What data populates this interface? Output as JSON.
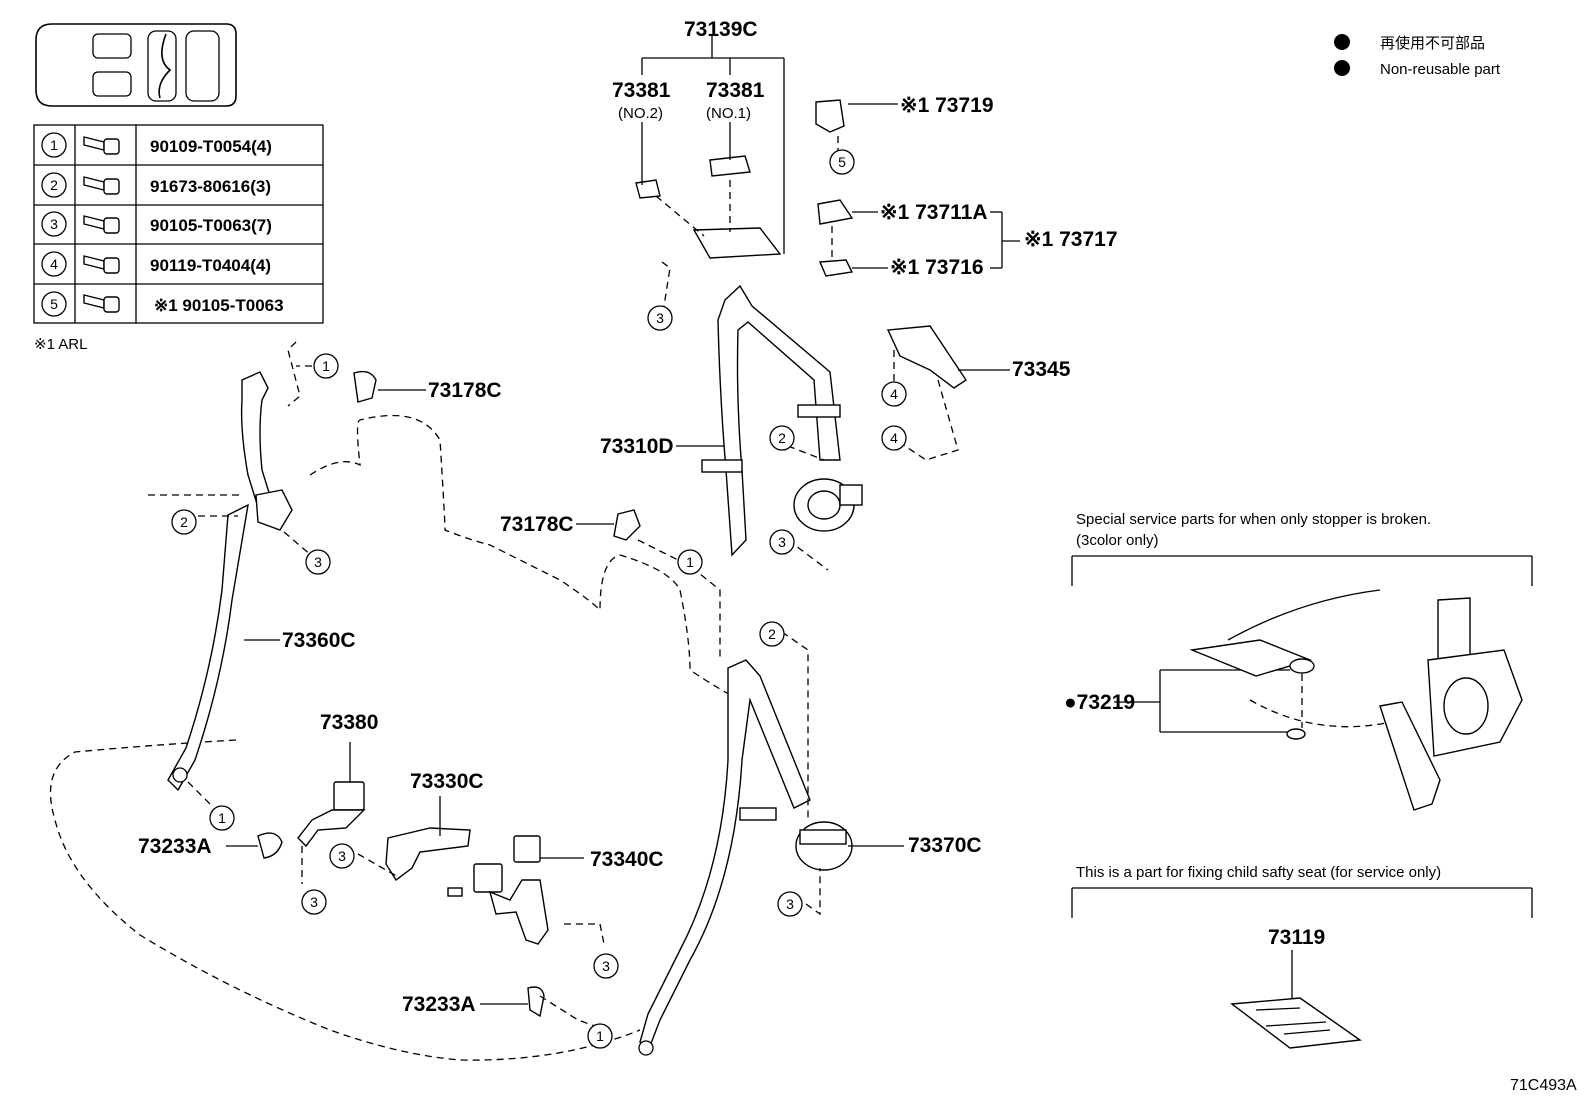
{
  "legend": {
    "jp_label": "再使用不可部品",
    "en_label": "Non-reusable part"
  },
  "bolt_table": [
    {
      "num": "1",
      "part": "90109-T0054(4)"
    },
    {
      "num": "2",
      "part": "91673-80616(3)"
    },
    {
      "num": "3",
      "part": "90105-T0063(7)"
    },
    {
      "num": "4",
      "part": "90119-T0404(4)"
    },
    {
      "num": "5",
      "part": "※1  90105-T0063"
    }
  ],
  "footnote": "※1 ARL",
  "parts": {
    "p73139C": "73139C",
    "p73381a": "73381",
    "p73381a_sub": "(NO.2)",
    "p73381b": "73381",
    "p73381b_sub": "(NO.1)",
    "p73719": "※1  73719",
    "p73711A": "※1  73711A",
    "p73716": "※1  73716",
    "p73717": "※1  73717",
    "p73345": "73345",
    "p73178C_top": "73178C",
    "p73310D": "73310D",
    "p73178C_mid": "73178C",
    "p73360C": "73360C",
    "p73380": "73380",
    "p73330C": "73330C",
    "p73340C": "73340C",
    "p73233A_left": "73233A",
    "p73233A_bottom": "73233A",
    "p73370C": "73370C",
    "p73219": "●73219",
    "p73119": "73119"
  },
  "callouts": {
    "c1": "1",
    "c2": "2",
    "c3": "3",
    "c4": "4",
    "c5": "5"
  },
  "notes": {
    "stopper_line1": "Special service parts for when only stopper is broken.",
    "stopper_line2": "(3color only)",
    "child_seat": "This is a part for fixing child safty seat (for service only)"
  },
  "diagram_code": "71C493A"
}
